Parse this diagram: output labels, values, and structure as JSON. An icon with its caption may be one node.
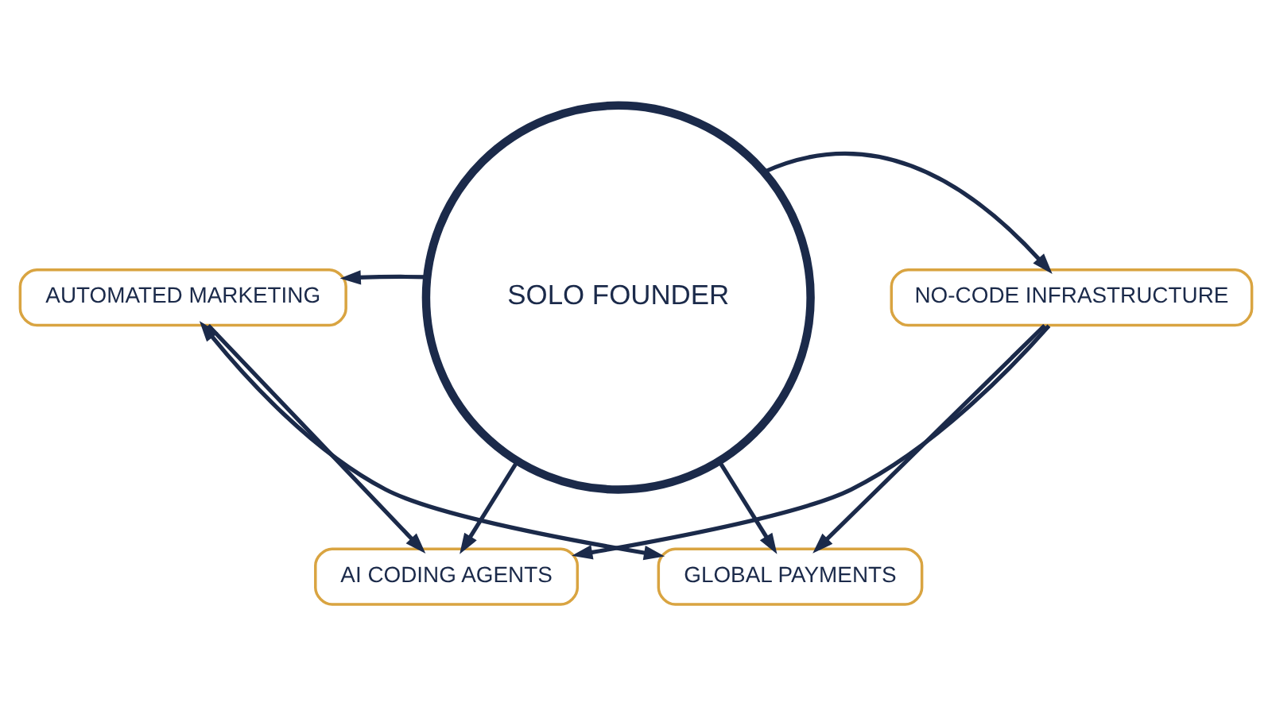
{
  "diagram": {
    "nodes": [
      {
        "text": [
          "SOLO FOUNDER"
        ]
      },
      {
        "text": [
          "AI CODING AGENTS"
        ]
      },
      {
        "text": [
          "AUTOMATED MARKETING"
        ]
      },
      {
        "text": [
          "NO-CODE INFRASTRUCTURE"
        ]
      },
      {
        "text": [
          "GLOBAL PAYMENTS"
        ]
      }
    ],
    "edges": [
      {
        "from": 0,
        "to": 1,
        "arrow": "to"
      },
      {
        "from": 0,
        "to": 2,
        "arrow": "to"
      },
      {
        "from": 0,
        "to": 3,
        "arrow": "to"
      },
      {
        "from": 0,
        "to": 4,
        "arrow": "to"
      },
      {
        "from": 2,
        "to": 1,
        "arrow": "to"
      },
      {
        "from": 3,
        "to": 1,
        "arrow": "to"
      },
      {
        "from": 2,
        "to": 4,
        "arrow": "both"
      },
      {
        "from": 3,
        "to": 4,
        "arrow": "to"
      }
    ]
  }
}
